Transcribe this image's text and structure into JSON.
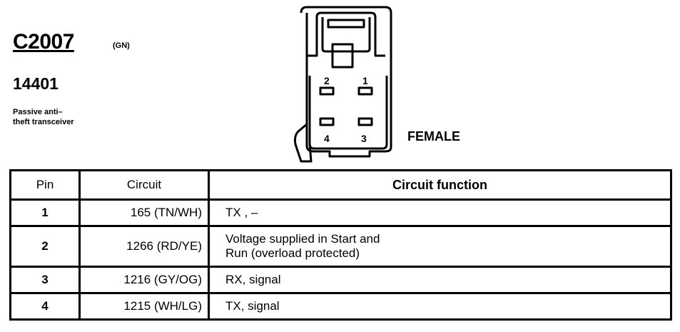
{
  "connector": {
    "id": "C2007",
    "wire_color": "(GN)",
    "part_number": "14401",
    "description_line1": "Passive anti–",
    "description_line2": "theft transceiver",
    "gender": "FEMALE",
    "pin_labels": [
      "2",
      "1",
      "4",
      "3"
    ]
  },
  "table": {
    "headers": {
      "pin": "Pin",
      "circuit": "Circuit",
      "function": "Circuit function"
    },
    "rows": [
      {
        "pin": "1",
        "circuit": "165 (TN/WH)",
        "function_line1": "TX , –",
        "function_line2": ""
      },
      {
        "pin": "2",
        "circuit": "1266  (RD/YE)",
        "function_line1": "Voltage supplied in Start and",
        "function_line2": "Run (overload protected)"
      },
      {
        "pin": "3",
        "circuit": "1216 (GY/OG)",
        "function_line1": "RX, signal",
        "function_line2": ""
      },
      {
        "pin": "4",
        "circuit": "1215 (WH/LG)",
        "function_line1": "TX, signal",
        "function_line2": ""
      }
    ]
  }
}
